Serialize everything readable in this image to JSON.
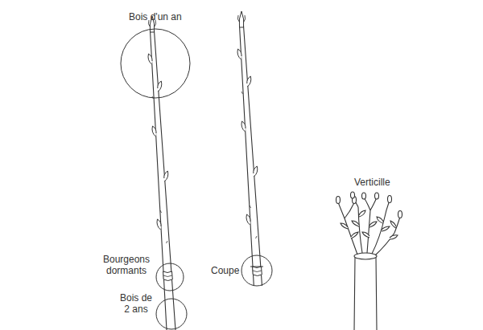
{
  "diagram": {
    "labels": [
      "Bois d'un an",
      "Verticille",
      "Bourgeons dormants",
      "Coupe",
      "Bois de 2 ans"
    ]
  }
}
